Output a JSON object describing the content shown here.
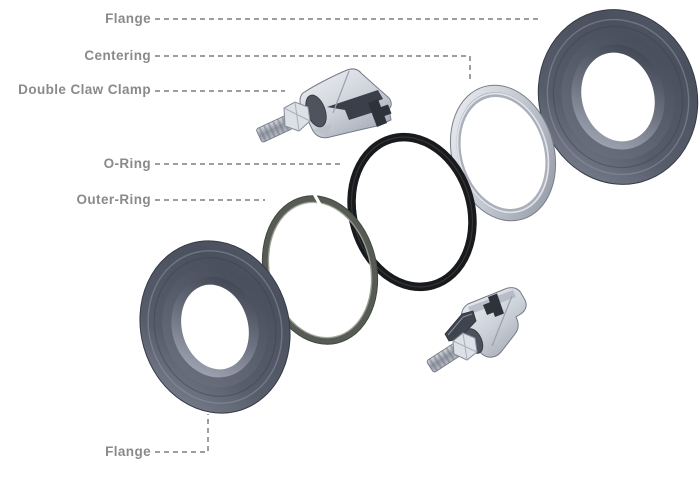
{
  "assembly": {
    "labels": {
      "flange_top": "Flange",
      "centering": "Centering",
      "double_claw_clamp": "Double Claw Clamp",
      "o_ring": "O-Ring",
      "outer_ring": "Outer-Ring",
      "flange_bottom": "Flange"
    },
    "colors": {
      "background": "#ffffff",
      "label_text": "#8a8a8a",
      "leader_line": "#9e9e9e",
      "flange_body": "#4e5462",
      "centering_ring": "#c9cdd6",
      "o_ring": "#191a1c",
      "outer_ring": "#565b54",
      "clamp_body": "#ccd0d9"
    }
  }
}
